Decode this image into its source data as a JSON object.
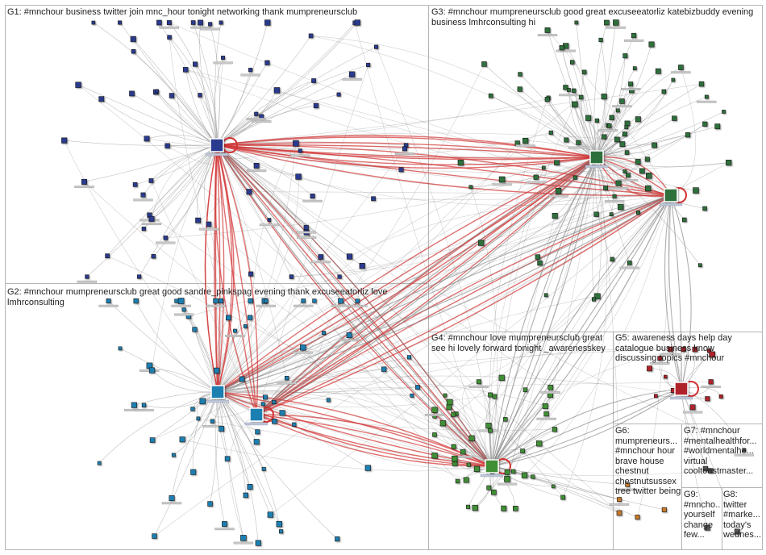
{
  "colors": {
    "background": "#ffffff",
    "frame": "#b5b5b5",
    "edge": "#8c8c8c",
    "edge_highlight": "#d23333",
    "node_border": "#1a1a1a",
    "g1": "#2b3b8f",
    "g2": "#1f7fb2",
    "g3": "#2f6f3a",
    "g4": "#3f8f35",
    "g5": "#b0202a",
    "g6": "#c67a2a"
  },
  "groups": [
    {
      "id": "G1",
      "label": "G1: #mnchour business twitter join mnc_hour tonight networking thank mumpreneursclub"
    },
    {
      "id": "G3",
      "label": "G3: #mnchour mumpreneursclub good great excuseeatorliz katebizbuddy evening business lmhrconsulting hi"
    },
    {
      "id": "G2",
      "label": "G2: #mnchour mumpreneursclub great good sandre_pinkspag evening thank excuseeatorliz love lmhrconsulting"
    },
    {
      "id": "G4",
      "label": "G4: #mnchour love mumpreneursclub great see hi lovely forward tonight _awarenesskey"
    },
    {
      "id": "G5",
      "label": "G5: awareness days help day catalogue business know discussing topics #mnchour"
    },
    {
      "id": "G6",
      "label": "G6: mumpreneurs... #mnchour hour brave house chestnut chestnutsussex tree twitter being"
    },
    {
      "id": "G7",
      "label": "G7: #mnchour #mentalhealthfor... #worldmentalhe... virtual cooltoastmaster..."
    },
    {
      "id": "G9",
      "label": "G9: #mncho... yourself change few..."
    },
    {
      "id": "G8",
      "label": "G8: twitter #marke... today's wednes..."
    }
  ]
}
